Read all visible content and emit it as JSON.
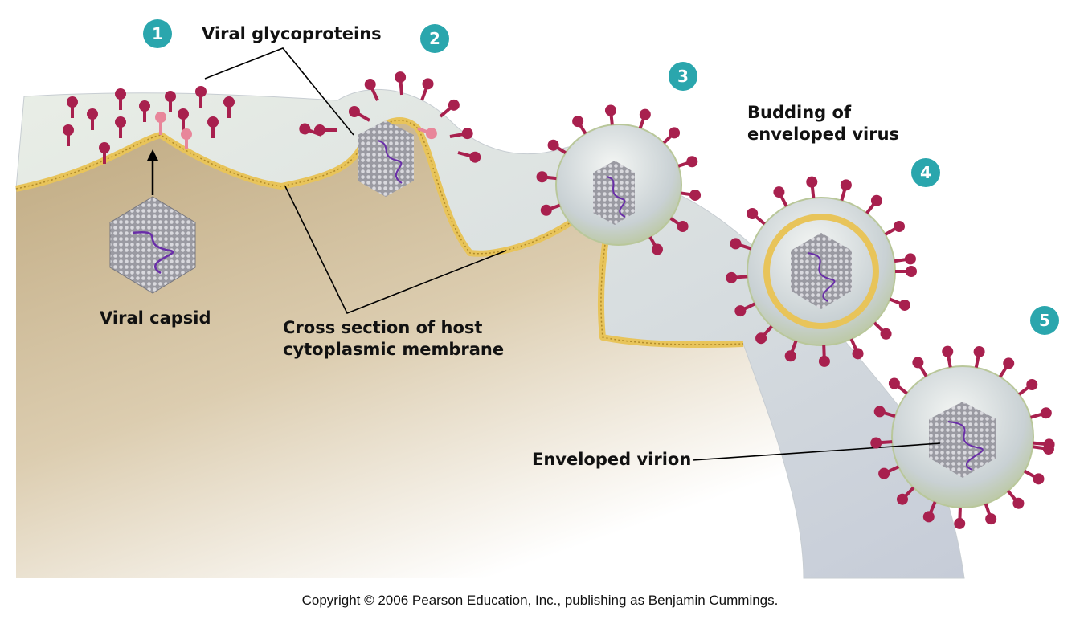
{
  "steps": [
    "1",
    "2",
    "3",
    "4",
    "5"
  ],
  "labels": {
    "glycoproteins": "Viral glycoproteins",
    "capsid": "Viral capsid",
    "membrane_line1": "Cross section of host",
    "membrane_line2": "cytoplasmic membrane",
    "budding_line1": "Budding of",
    "budding_line2": "enveloped virus",
    "virion": "Enveloped virion"
  },
  "copyright": "Copyright © 2006 Pearson Education, Inc., publishing as Benjamin Cummings.",
  "colors": {
    "badge": "#2aa6ad",
    "spike": "#a8204e",
    "spike_light": "#e8869a",
    "membrane": "#e8c45a",
    "cytoplasm": "#c8b590",
    "envelope": "#d4dcdc",
    "capsid": "#8a8a90",
    "nucleic_acid": "#6a2fa8"
  }
}
